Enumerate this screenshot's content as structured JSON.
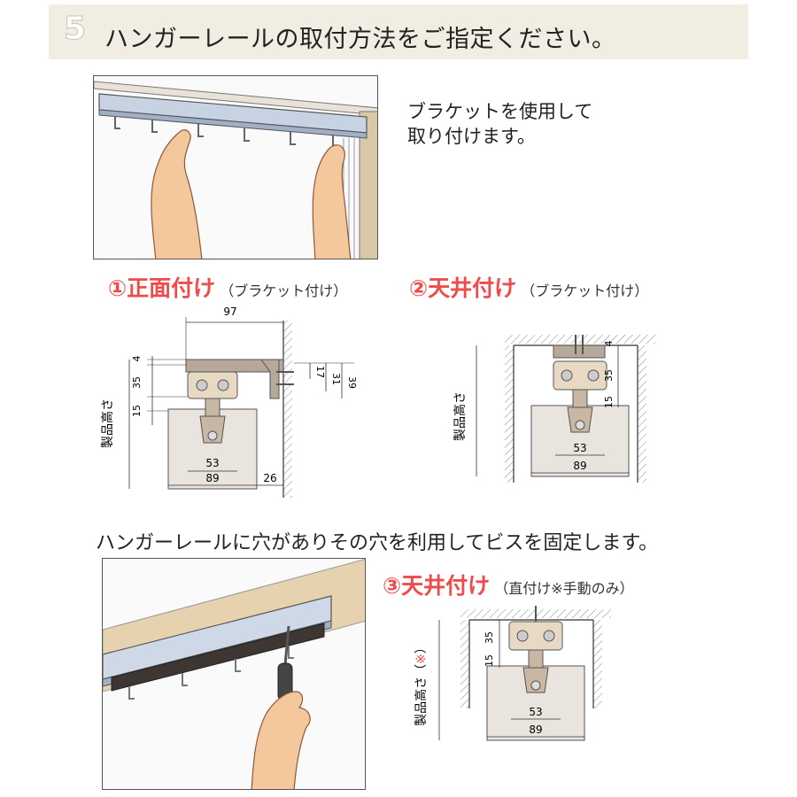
{
  "header": {
    "step": "5",
    "title": "ハンガーレールの取付方法をご指定ください。"
  },
  "bracket_section": {
    "description_line1": "ブラケットを使用して",
    "description_line2": "取り付けます。"
  },
  "methods": [
    {
      "title": "①正面付け",
      "subtitle": "（ブラケット付け）"
    },
    {
      "title": "②天井付け",
      "subtitle": "（ブラケット付け）"
    },
    {
      "title": "③天井付け",
      "subtitle": "（直付け※手動のみ）"
    }
  ],
  "diagram1": {
    "vertical_label": "製品高さ",
    "dim_width_top": "97",
    "dim_4": "4",
    "dim_35": "35",
    "dim_15": "15",
    "dim_17": "17",
    "dim_31": "31",
    "dim_39": "39",
    "dim_53": "53",
    "dim_89": "89",
    "dim_26": "26"
  },
  "diagram2": {
    "vertical_label": "製品高さ",
    "dim_4": "4",
    "dim_35": "35",
    "dim_15": "15",
    "dim_53": "53",
    "dim_89": "89"
  },
  "direct_section": {
    "instruction": "ハンガーレールに穴がありその穴を利用してビスを固定します。"
  },
  "diagram3": {
    "vertical_label": "製品高さ（",
    "vertical_mark": "※",
    "vertical_close": "）",
    "dim_35": "35",
    "dim_15": "15",
    "dim_53": "53",
    "dim_89": "89"
  },
  "colors": {
    "accent_red": "#f04a4a",
    "header_bg": "#f1ede2",
    "product_fill": "#e9e4de",
    "bracket_fill": "#b7a99a"
  }
}
